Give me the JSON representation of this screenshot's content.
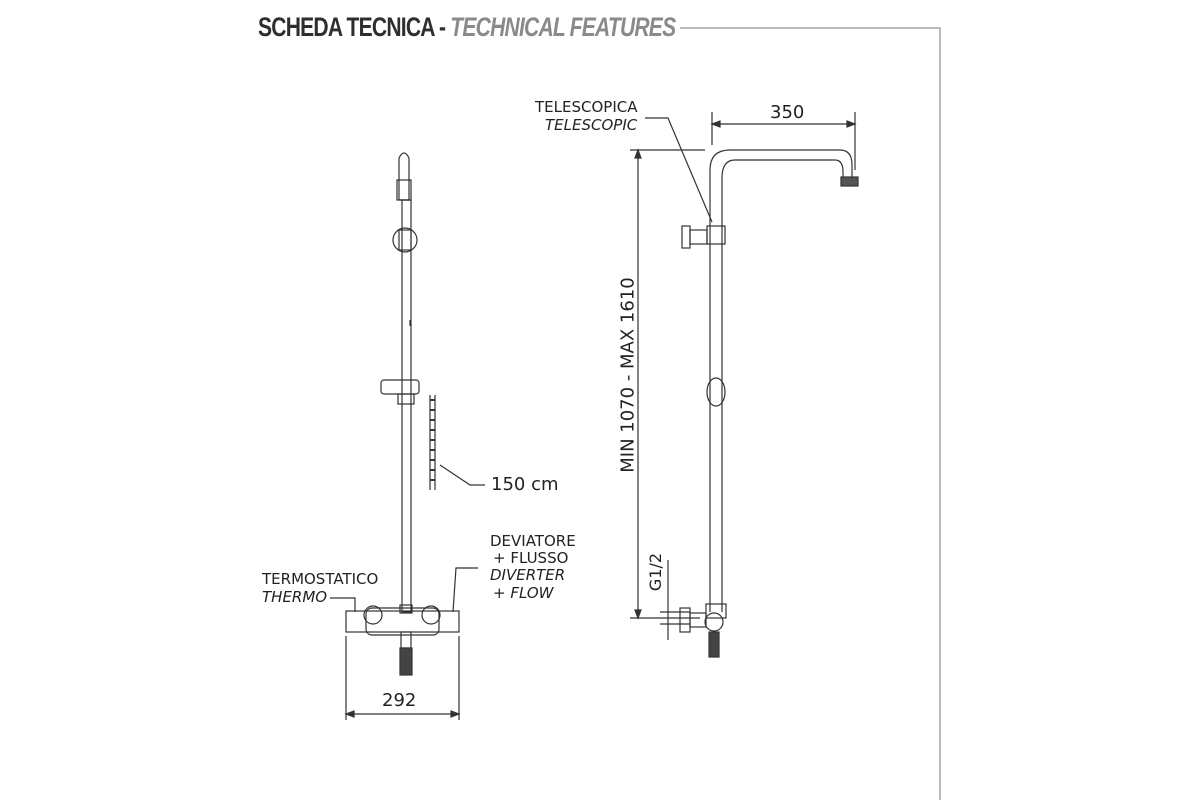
{
  "header": {
    "title_it": "SCHEDA TECNICA",
    "separator": "-",
    "title_en": "TECHNICAL FEATURES"
  },
  "left_view": {
    "hose_length": "150 cm",
    "thermo_it": "TERMOSTATICO",
    "thermo_en": "THERMO",
    "diverter_it_1": "DEVIATORE",
    "diverter_it_2": "+ FLUSSO",
    "diverter_en_1": "DIVERTER",
    "diverter_en_2": "+ FLOW",
    "width_dim": "292"
  },
  "right_view": {
    "telescopic_it": "TELESCOPICA",
    "telescopic_en": "TELESCOPIC",
    "arm_dim": "350",
    "height_dim": "MIN 1070  -  MAX 1610",
    "connection": "G1/2"
  }
}
